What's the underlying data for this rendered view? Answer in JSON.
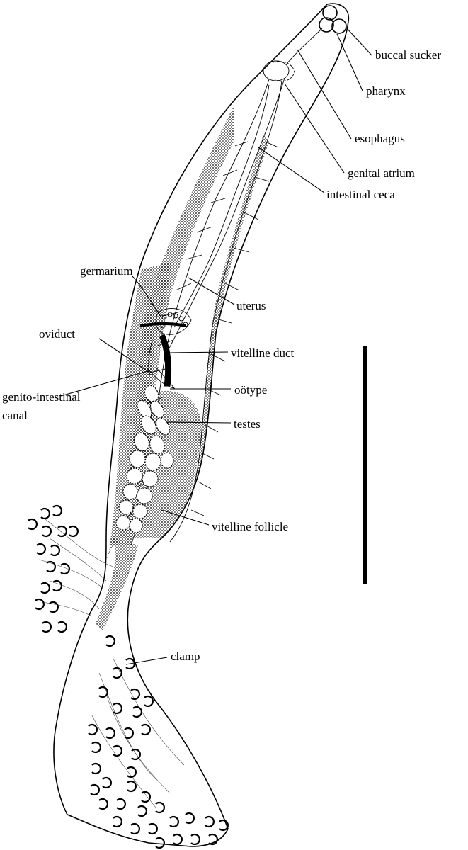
{
  "labels": {
    "buccal_sucker": "buccal sucker",
    "pharynx": "pharynx",
    "esophagus": "esophagus",
    "genital_atrium": "genital atrium",
    "intestinal_ceca": "intestinal ceca",
    "germarium": "germarium",
    "uterus": "uterus",
    "oviduct": "oviduct",
    "vitelline_duct": "vitelline duct",
    "genito_intestinal_line1": "genito-intestinal",
    "genito_intestinal_line2": "canal",
    "ootype": "oötype",
    "testes": "testes",
    "vitelline_follicle": "vitelline follicle",
    "clamp": "clamp"
  },
  "colors": {
    "ink": "#000000",
    "background": "#ffffff"
  }
}
